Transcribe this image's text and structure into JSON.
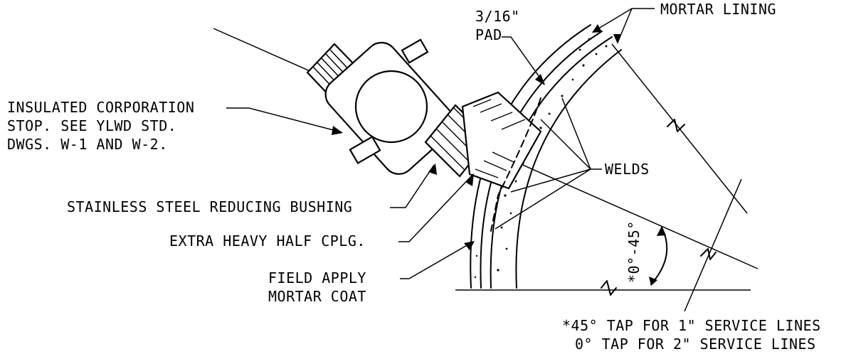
{
  "labels": {
    "pad": [
      "3/16\"",
      "PAD"
    ],
    "mortar_lining": "MORTAR LINING",
    "corp_stop": [
      "INSULATED CORPORATION",
      "STOP. SEE YLWD STD.",
      "DWGS. W-1 AND W-2."
    ],
    "welds": "WELDS",
    "bushing": "STAINLESS STEEL REDUCING BUSHING",
    "cplg": "EXTRA HEAVY HALF CPLG.",
    "field_apply": [
      "FIELD APPLY",
      "MORTAR COAT"
    ],
    "angle": "*0°-45°",
    "tap_notes": [
      "*45° TAP FOR 1\" SERVICE LINES",
      "0° TAP FOR 2\" SERVICE LINES"
    ]
  }
}
